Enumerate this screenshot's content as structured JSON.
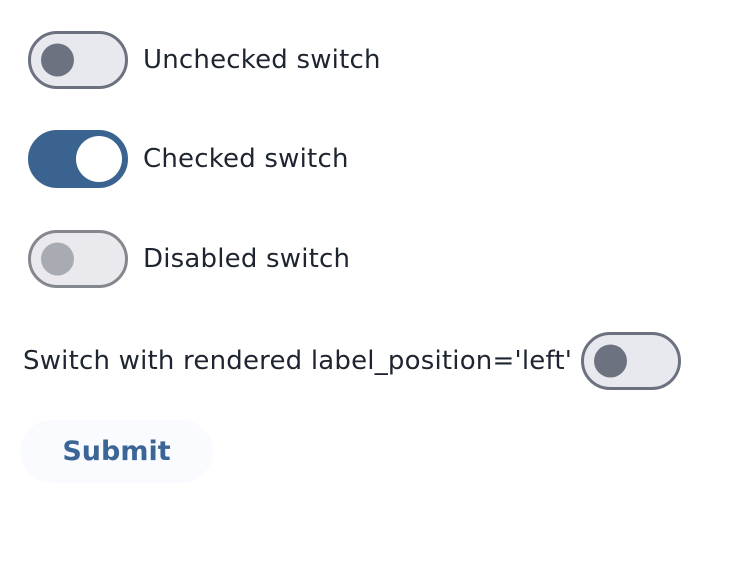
{
  "switches": {
    "unchecked": {
      "label": "Unchecked switch",
      "state": "unchecked"
    },
    "checked": {
      "label": "Checked switch",
      "state": "checked"
    },
    "disabled": {
      "label": "Disabled switch",
      "state": "disabled"
    },
    "left_label": {
      "label": "Switch with rendered label_position='left'",
      "state": "unchecked",
      "label_position": "left"
    }
  },
  "submit": {
    "label": "Submit"
  },
  "colors": {
    "checked_track": "#3a648f",
    "unchecked_track": "#e8e9ee",
    "unchecked_border": "#6c717f",
    "unchecked_thumb": "#6d7280",
    "disabled_border": "#85878f",
    "disabled_thumb": "#a9abb3",
    "label_text": "#1f2530",
    "submit_background": "#fafbfe",
    "submit_text": "#3a6596",
    "page_background": "#ffffff"
  }
}
